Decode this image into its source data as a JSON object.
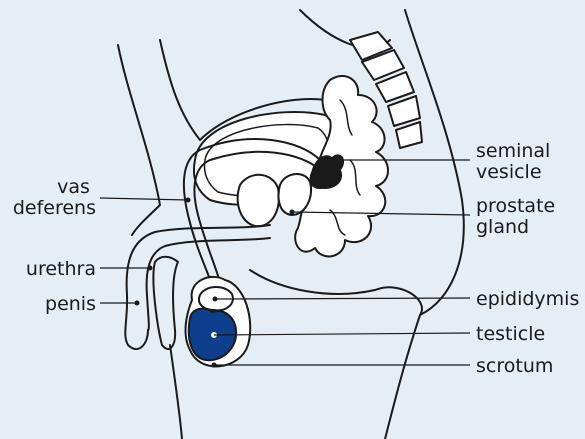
{
  "labels": {
    "seminal_vesicle": [
      "seminal",
      "vesicle"
    ],
    "vas_deferens": [
      "vas",
      "deferens"
    ],
    "prostate_gland": [
      "prostate",
      "gland"
    ],
    "urethra": "urethra",
    "penis": "penis",
    "epididymis": "epididymis",
    "testicle": "testicle",
    "scrotum": "scrotum"
  },
  "colors": {
    "background": "#e6eef5",
    "testicle_fill": "#0d3f8c",
    "line": "#1a1a1a"
  }
}
